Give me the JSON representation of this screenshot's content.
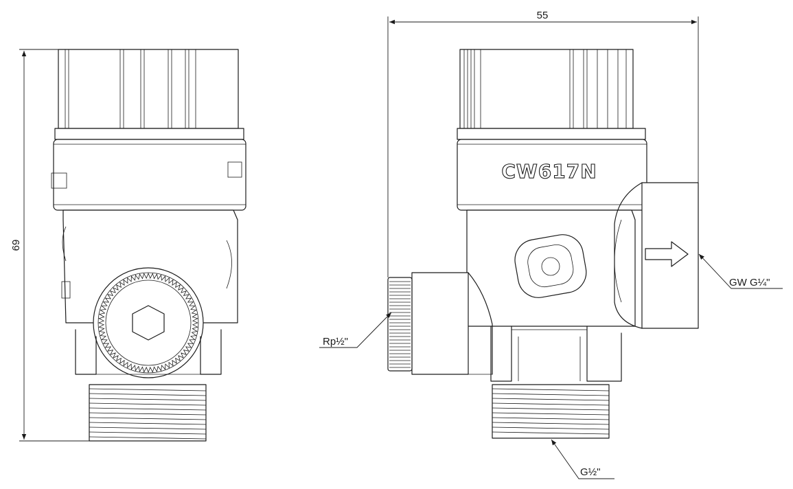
{
  "dimensions": {
    "width_label": "55",
    "height_label": "69"
  },
  "callouts": {
    "inlet_thread": "Rp½\"",
    "outlet_thread": "GW G¼\"",
    "bottom_thread": "G½\""
  },
  "body_marking": "CW617N"
}
